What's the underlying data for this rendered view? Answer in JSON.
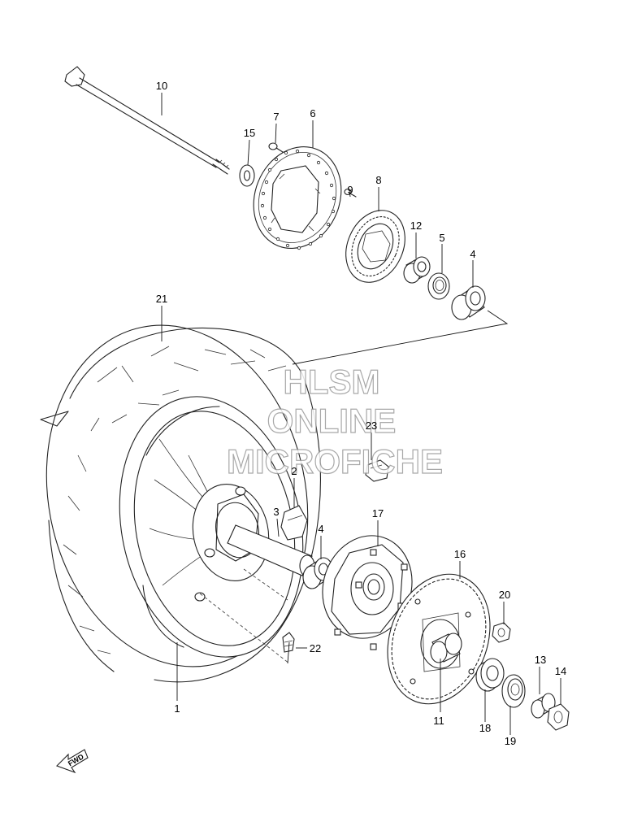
{
  "diagram": {
    "callouts": [
      {
        "id": "c10",
        "label": "10"
      },
      {
        "id": "c15",
        "label": "15"
      },
      {
        "id": "c7",
        "label": "7"
      },
      {
        "id": "c6",
        "label": "6"
      },
      {
        "id": "c9",
        "label": "9"
      },
      {
        "id": "c8",
        "label": "8"
      },
      {
        "id": "c12",
        "label": "12"
      },
      {
        "id": "c5",
        "label": "5"
      },
      {
        "id": "c4a",
        "label": "4"
      },
      {
        "id": "c21",
        "label": "21"
      },
      {
        "id": "c23",
        "label": "23"
      },
      {
        "id": "c2",
        "label": "2"
      },
      {
        "id": "c3",
        "label": "3"
      },
      {
        "id": "c4b",
        "label": "4"
      },
      {
        "id": "c17",
        "label": "17"
      },
      {
        "id": "c16",
        "label": "16"
      },
      {
        "id": "c20",
        "label": "20"
      },
      {
        "id": "c22",
        "label": "22"
      },
      {
        "id": "c1",
        "label": "1"
      },
      {
        "id": "c11",
        "label": "11"
      },
      {
        "id": "c18",
        "label": "18"
      },
      {
        "id": "c19",
        "label": "19"
      },
      {
        "id": "c13",
        "label": "13"
      },
      {
        "id": "c14",
        "label": "14"
      }
    ],
    "fwd_label": "FWD"
  },
  "watermark": {
    "line1": "HLSM",
    "line2": "ONLINE",
    "line3": "MICROFICHE"
  }
}
